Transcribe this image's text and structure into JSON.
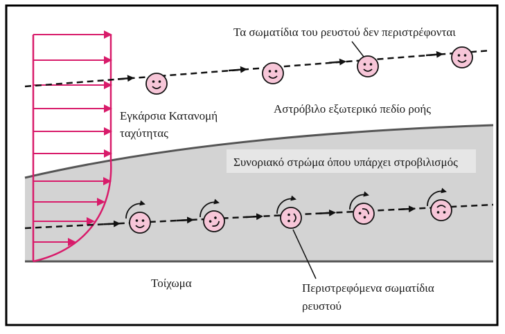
{
  "labels": {
    "non_rotating": "Τα σωματίδια του ρευστού δεν περιστρέφονται",
    "profile_line1": "Εγκάρσια Κατανομή",
    "profile_line2": "ταχύτητας",
    "outer_flow": "Αστρόβιλο εξωτερικό πεδίο ροής",
    "boundary_layer": "Συνοριακό στρώμα όπου υπάρχει στροβιλισμός",
    "wall": "Τοίχωμα",
    "rotating_line1": "Περιστρεφόμενα σωματίδια",
    "rotating_line2": "ρευστού"
  },
  "colors": {
    "profile": "#d81b6a",
    "particle_fill": "#f7c6d8",
    "boundary_layer": "#d3d3d3",
    "wall": "#555555",
    "frame": "#000000"
  },
  "outer_particles": {
    "count": 4,
    "rotation": "none"
  },
  "layer_particles": {
    "count": 5,
    "rotation": "increasing"
  },
  "icons": {
    "particle": "smiley-face-icon",
    "rotation": "curved-arrow-icon",
    "streamline": "dashed-arrow-line"
  }
}
